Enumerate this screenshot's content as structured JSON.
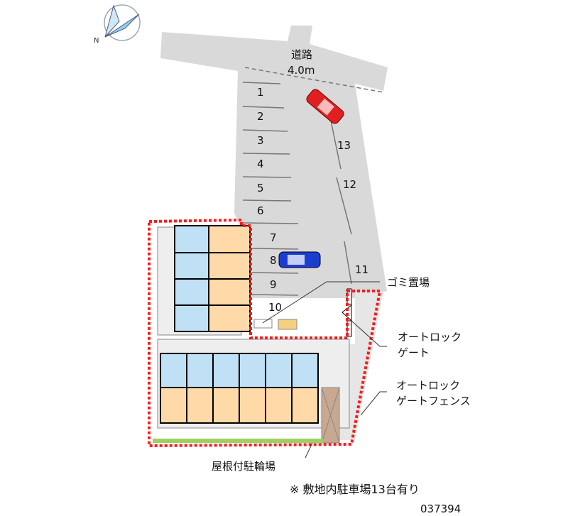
{
  "road": {
    "name": "道路",
    "width": "4.0m"
  },
  "parking_numbers": [
    "1",
    "2",
    "3",
    "4",
    "5",
    "6",
    "7",
    "8",
    "9",
    "10",
    "11",
    "12",
    "13"
  ],
  "labels": {
    "garbage": "ゴミ置場",
    "autolock_gate_1": "オートロック",
    "autolock_gate_2": "ゲート",
    "autolock_fence_1": "オートロック",
    "autolock_fence_2": "ゲートフェンス",
    "bicycle": "屋根付駐輪場"
  },
  "note": "※ 敷地内駐車場13台有り",
  "code": "037394",
  "colors": {
    "road": "#d9d9d9",
    "boundary": "#ff1a1a",
    "room": "#ffd9a8",
    "wet": "#bfe0f5",
    "car_red": "#e02020",
    "car_blue": "#1a3fd0"
  }
}
